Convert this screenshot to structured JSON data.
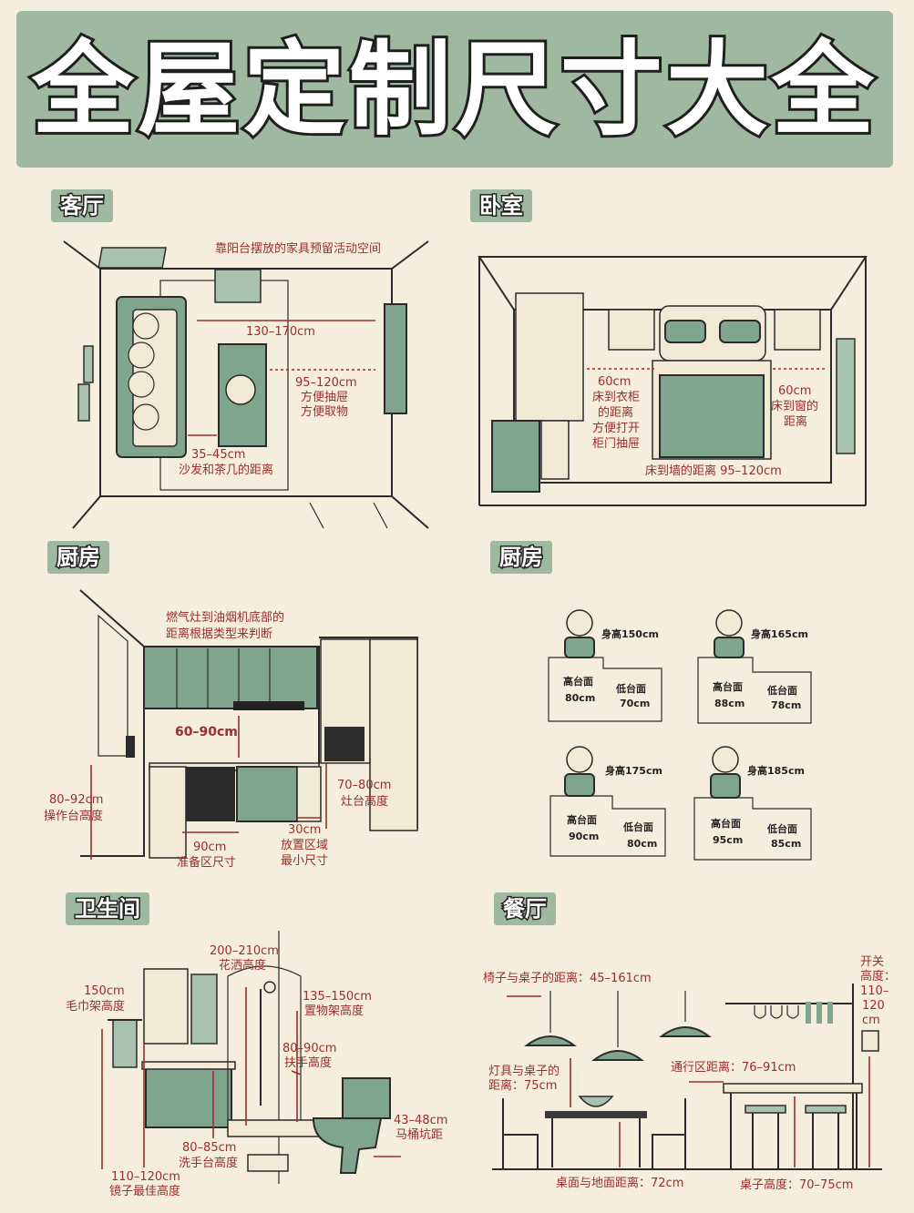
{
  "title": "全屋定制尺寸大全",
  "sections": {
    "living": "客厅",
    "bedroom": "卧室",
    "kitchen1": "厨房",
    "kitchen2": "厨房",
    "bathroom": "卫生间",
    "dining": "餐厅"
  },
  "living": {
    "balcony": "靠阳台摆放的家具预留活动空间",
    "d1": "130–170cm",
    "d2": "95–120cm",
    "d2a": "方便抽屉",
    "d2b": "方便取物",
    "d3": "35–45cm",
    "d3a": "沙发和茶几的距离"
  },
  "bedroom": {
    "w1": "60cm",
    "w2": "床到衣柜",
    "w3": "的距离",
    "w4": "方便打开",
    "w5": "柜门抽屉",
    "r1": "60cm",
    "r2": "床到窗的",
    "r3": "距离",
    "b1": "床到墙的距离 95–120cm"
  },
  "kitchen1": {
    "t1": "燃气灶到油烟机底部的",
    "t2": "距离根据类型来判断",
    "h1": "60–90cm",
    "h2": "80–92cm",
    "h2a": "操作台高度",
    "h3": "70–80cm",
    "h3a": "灶台高度",
    "h4": "30cm",
    "h4a": "放置区域",
    "h4b": "最小尺寸",
    "h5": "90cm",
    "h5a": "准备区尺寸"
  },
  "kitchen2": [
    {
      "height": "身高150cm",
      "high": "高台面",
      "highv": "80cm",
      "low": "低台面",
      "lowv": "70cm"
    },
    {
      "height": "身高165cm",
      "high": "高台面",
      "highv": "88cm",
      "low": "低台面",
      "lowv": "78cm"
    },
    {
      "height": "身高175cm",
      "high": "高台面",
      "highv": "90cm",
      "low": "低台面",
      "lowv": "80cm"
    },
    {
      "height": "身高185cm",
      "high": "高台面",
      "highv": "95cm",
      "low": "低台面",
      "lowv": "85cm"
    }
  ],
  "bathroom": {
    "a1": "150cm",
    "a2": "毛巾架高度",
    "b1": "200–210cm",
    "b2": "花洒高度",
    "c1": "135–150cm",
    "c2": "置物架高度",
    "d1": "80–90cm",
    "d2": "扶手高度",
    "e1": "43–48cm",
    "e2": "马桶坑距",
    "f1": "80–85cm",
    "f2": "洗手台高度",
    "g1": "110–120cm",
    "g2": "镜子最佳高度"
  },
  "dining": {
    "a1": "椅子与桌子的距离：45–161cm",
    "s1": "开关",
    "s2": "高度：",
    "s3": "110–",
    "s4": "120",
    "s5": "cm",
    "b1": "灯具与桌子的",
    "b2": "距离：75cm",
    "c1": "通行区距离：76–91cm",
    "d1": "桌面与地面距离：72cm",
    "e1": "桌子高度：70–75cm"
  },
  "colors": {
    "green": "#9fb8a0",
    "accent": "#9b2d2d",
    "bg": "#f6eedc"
  }
}
